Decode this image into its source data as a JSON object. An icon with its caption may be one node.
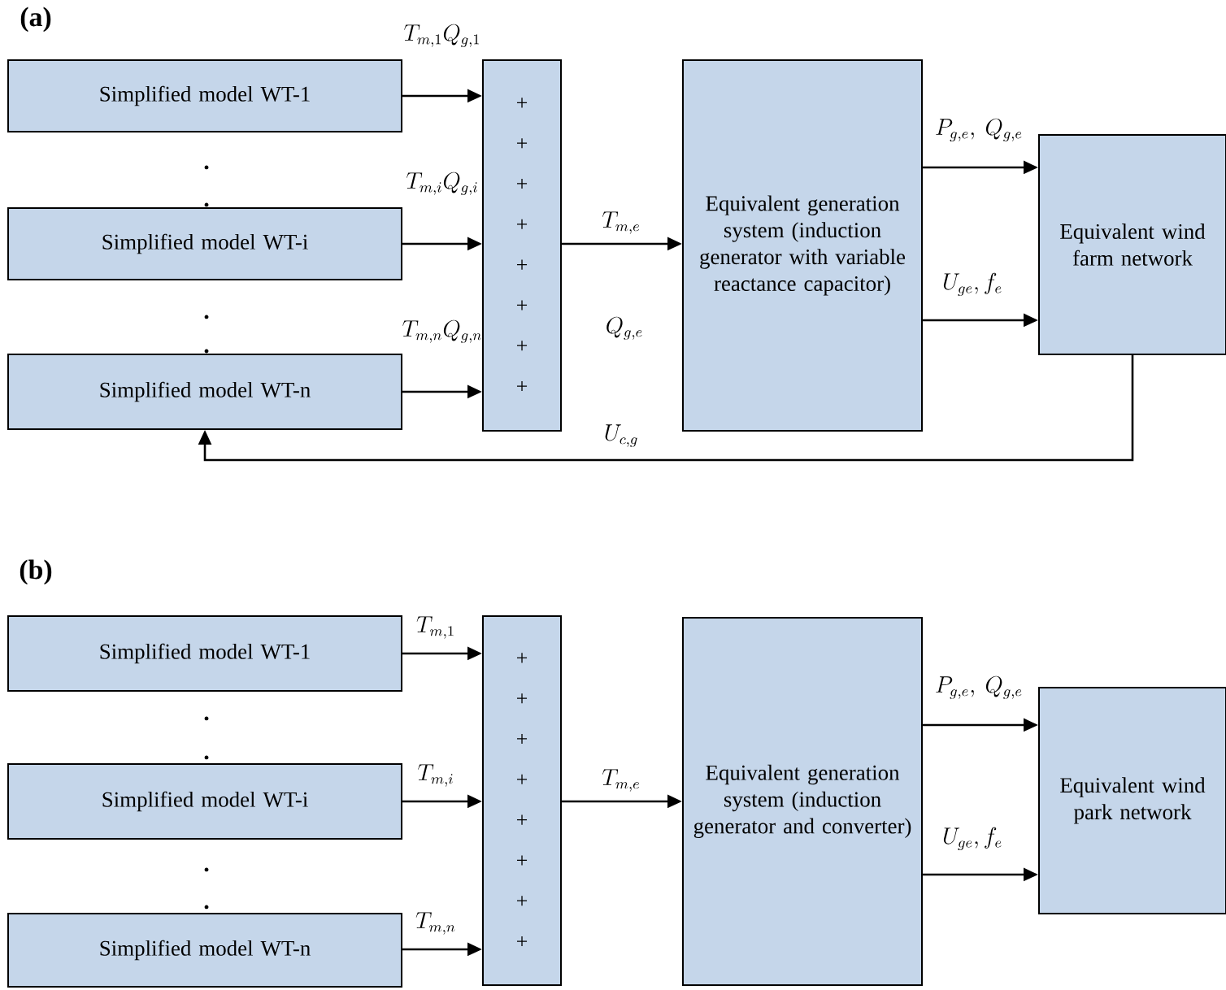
{
  "diagram": {
    "nodes": [
      {
        "text": [
          "Simplified model WT-1"
        ]
      },
      {
        "text": [
          "Simplified model WT-i"
        ]
      },
      {
        "text": [
          "Simplified model WT-n"
        ]
      },
      {
        "text": [
          "+ + + + + + + +"
        ]
      },
      {
        "text": [
          "Equivalent generation system (induction generator with variable reactance capacitor)"
        ]
      },
      {
        "text": [
          "Equivalent wind farm network"
        ]
      },
      {
        "text": [
          "Simplified model WT-1"
        ]
      },
      {
        "text": [
          "Simplified model WT-i"
        ]
      },
      {
        "text": [
          "Simplified model WT-n"
        ]
      },
      {
        "text": [
          "+ + + + + + + +"
        ]
      },
      {
        "text": [
          "Equivalent generation system (induction generator and converter)"
        ]
      },
      {
        "text": [
          "Equivalent wind park network"
        ]
      }
    ],
    "edges": [
      {
        "from": 0,
        "to": 3,
        "arrow": "to",
        "label": "T_{m,1} Q_{g,1}"
      },
      {
        "from": 1,
        "to": 3,
        "arrow": "to",
        "label": "T_{m,i} Q_{g,i}"
      },
      {
        "from": 2,
        "to": 3,
        "arrow": "to",
        "label": "T_{m,n} Q_{g,n}"
      },
      {
        "from": 3,
        "to": 4,
        "arrow": "to",
        "label": "T_{m,e}"
      },
      {
        "from": 4,
        "to": 5,
        "arrow": "to",
        "label": "P_{g,e},\\ Q_{g,e}"
      },
      {
        "from": 4,
        "to": 5,
        "arrow": "to",
        "label": "U_{ge},f_{e}"
      },
      {
        "from": 5,
        "to": 2,
        "arrow": "to",
        "label": "U_{c,g}"
      },
      {
        "from": 6,
        "to": 9,
        "arrow": "to",
        "label": "T_{m,1}"
      },
      {
        "from": 7,
        "to": 9,
        "arrow": "to",
        "label": "T_{m,i}"
      },
      {
        "from": 8,
        "to": 9,
        "arrow": "to",
        "label": "T_{m,n}"
      },
      {
        "from": 9,
        "to": 10,
        "arrow": "to",
        "label": "T_{m,e}"
      },
      {
        "from": 10,
        "to": 11,
        "arrow": "to",
        "label": "P_{g,e},\\ Q_{g,e}"
      },
      {
        "from": 10,
        "to": 11,
        "arrow": "to",
        "label": "U_{ge},f_{e}"
      }
    ],
    "labels": [
      "(a)",
      "Q_{g,e}",
      "(b)"
    ]
  }
}
